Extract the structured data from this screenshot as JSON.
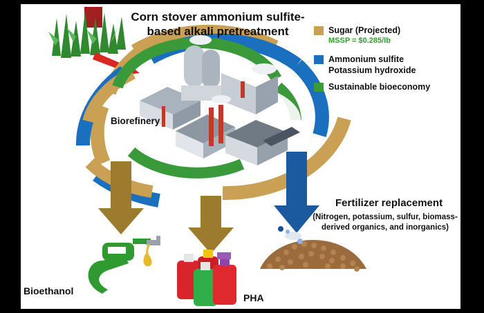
{
  "title": "Corn stover ammonium sulfite-based alkali pretreatment",
  "legend": [
    {
      "label": "Sugar (Projected)",
      "sub": "MSSP = $0.285/lb",
      "color": "#c9a054"
    },
    {
      "label": "Ammonium sulfite\nPotassium hydroxide",
      "color": "#1a6fbf"
    },
    {
      "label": "Sustainable bioeconomy",
      "color": "#3a9a3a"
    }
  ],
  "center_label": "Biorefinery",
  "products": {
    "bioethanol": "Bioethanol",
    "pha": "PHA",
    "fertilizer_title": "Fertilizer replacement",
    "fertilizer_detail": "(Nitrogen, potassium, sulfur, biomass-derived organics, and inorganics)"
  },
  "colors": {
    "gold": "#c9a054",
    "blue": "#1a6fbf",
    "green": "#3a9a3a",
    "arrow_gold": "#9c7a2e",
    "arrow_blue": "#1b5a9e"
  },
  "icons": [
    "corn-field-icon",
    "biorefinery-factory-icon",
    "fuel-nozzle-icon",
    "bottles-icon",
    "fertilizer-pellets-icon"
  ]
}
